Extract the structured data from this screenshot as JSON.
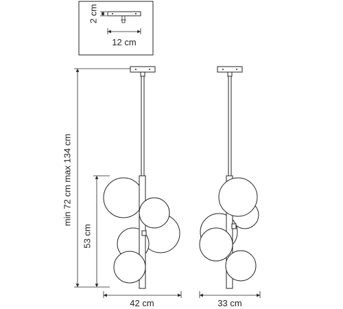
{
  "inset": {
    "height_label": "2 cm",
    "width_label": "12 cm"
  },
  "dimensions": {
    "total_height_label": "min 72 cm max 134 cm",
    "body_height_label": "53 cm",
    "front_width_label": "42 cm",
    "side_width_label": "33 cm"
  },
  "colors": {
    "line": "#222222",
    "background": "#ffffff"
  }
}
